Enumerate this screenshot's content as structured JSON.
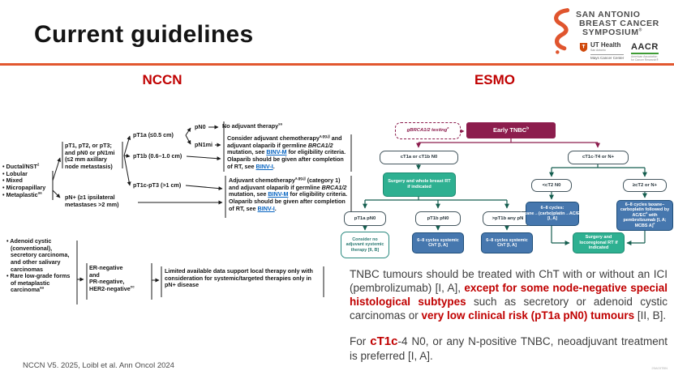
{
  "slide": {
    "title": "Current guidelines",
    "footer": "NCCN V5. 2025, Loibl et al. Ann Oncol 2024",
    "code": "25A03TBN"
  },
  "colors": {
    "accent_orange": "#e2572f",
    "heading_red": "#c00000",
    "esmo_maroon": "#8c1d4d",
    "esmo_green": "#2eb091",
    "esmo_blue": "#4677ae",
    "esmo_teal_line": "#155e4f",
    "link_blue": "#0563c1"
  },
  "logo": {
    "name_line1": "SAN ANTONIO",
    "name_line2": "BREAST CANCER",
    "name_line3": "SYMPOSIUM",
    "reg": "®",
    "ut_health": "UT Health",
    "ut_sub": "San Antonio",
    "mays": "Mays Cancer Center",
    "aacr": "AACR",
    "aacr_sub1": "American Association",
    "aacr_sub2": "for Cancer Research®"
  },
  "sections": {
    "nccn": "NCCN",
    "esmo": "ESMO"
  },
  "nccn": {
    "histology": [
      {
        "text": "Ductal/NST",
        "sup": "2"
      },
      {
        "text": "Lobular",
        "sup": ""
      },
      {
        "text": "Mixed",
        "sup": ""
      },
      {
        "text": "Micropapillary",
        "sup": ""
      },
      {
        "text": "Metaplastic",
        "sup": "aa"
      }
    ],
    "pt_group": "pT1, pT2, or pT3; and pN0 or pN1mi (≤2 mm axillary node metastasis)",
    "pn_plus": "pN+ (≥1 ipsilateral metastases >2 mm)",
    "pt1a": "pT1a (≤0.5 cm)",
    "pt1b": "pT1b (0.6–1.0 cm)",
    "pt1c": "pT1c-pT3 (>1 cm)",
    "pn0": "pN0",
    "pn1mi": "pN1mi",
    "no_adjuvant": {
      "text": "No adjuvant therapy",
      "sup": "ss"
    },
    "box_consider": {
      "p1": "Consider adjuvant chemotherapy",
      "sup1": "a,gg,jj",
      "p2": " and adjuvant olaparib if germline ",
      "gene": "BRCA1/2",
      "p3": " mutation, see ",
      "link1": "BINV-M",
      "p4": " for eligibility criteria. Olaparib should be given after completion of RT, see ",
      "link2": "BINV-I",
      "p5": "."
    },
    "box_adjuvant": {
      "p1": "Adjuvant chemotherapy",
      "sup1": "a,gg,jj",
      "p2": " (category 1) and adjuvant olaparib if germline ",
      "gene": "BRCA1/2",
      "p3": " mutation, see ",
      "link1": "BINV-M",
      "p4": " for eligibility criteria. Olaparib should be given after completion of RT, see ",
      "link2": "BINV-I",
      "p5": "."
    },
    "special": [
      {
        "text": "Adenoid cystic (conventional), secretory carcinoma, and other salivary carcinomas",
        "sup": ""
      },
      {
        "text": "Rare low-grade forms of metaplastic carcinoma",
        "sup": "aa"
      }
    ],
    "receptor": {
      "l1": "ER-negative",
      "l2": "and",
      "l3": "PR-negative,",
      "l4": "HER2-negative",
      "sup": "cc"
    },
    "limited": "Limited available data support local therapy only with consideration for systemic/targeted therapies only in pN+ disease"
  },
  "esmo": {
    "gbrca": {
      "text": "gBRCA1/2 testing",
      "sup": "a"
    },
    "early": {
      "text": "Early TNBC",
      "sup": "b"
    },
    "ct1ab": "cT1a or cT1b N0",
    "surgery_breast": "Surgery and whole breast RT if indicated",
    "pt1a": "pT1a pN0",
    "pt1b": "pT1b pN0",
    "gt_pt1b": ">pT1b any pN",
    "consider_none": "Consider no adjuvant systemic therapy [II, B]",
    "cht_a": "6–8 cycles systemic ChT [I, A]",
    "cht_b": "6–8 cycles systemic ChT [I, A]",
    "ct1c": "cT1c-T4 or N+",
    "lt_ct2": "<cT2 N0",
    "ge_ct2": "≥cT2 or N+",
    "regimen_a": {
      "p1": "6–8 cycles: taxane→(carbo)platin→AC/EC",
      "sup": "d",
      "p2": " [I, A]"
    },
    "regimen_b": {
      "p1": "6–8 cycles taxane–carboplatin followed by AC/EC",
      "sup1": "d",
      "p2": " with pembrolizumab [I, A; MCBS A]",
      "sup2": "e"
    },
    "surgery_loco": "Surgery and locoregional RT if indicated"
  },
  "bottom": {
    "p1a": "TNBC tumours should be treated with ChT with or without an ICI (pembrolizumab) [I, A], ",
    "p1_red1": "except for some node-negative special histological subtypes",
    "p1b": " such as secretory or adenoid cystic carcinomas or ",
    "p1_red2": "very low clinical risk (pT1a pN0) tumours",
    "p1c": " [II, B].",
    "p2a": "For ",
    "p2_red": "cT1c",
    "p2b": "-4 N0, or any N-positive TNBC, neoadjuvant treatment is preferred [I, A]."
  }
}
